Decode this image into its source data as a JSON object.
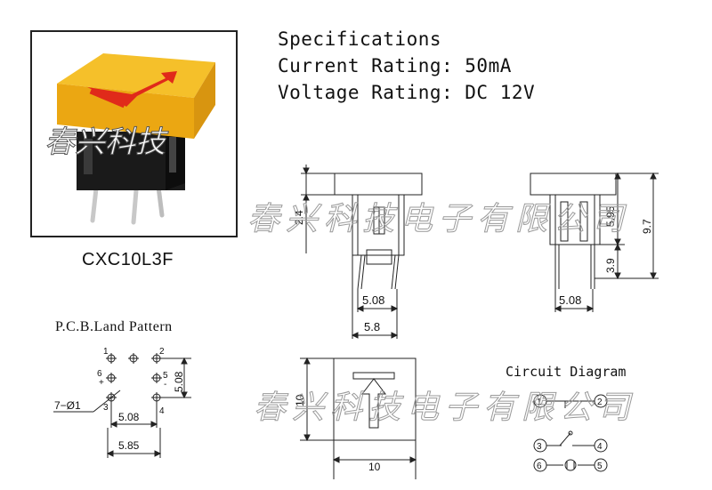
{
  "specifications": {
    "title": "Specifications",
    "current_rating": "Current Rating: 50mA",
    "voltage_rating": "Voltage Rating: DC 12V"
  },
  "product": {
    "model": "CXC10L3F"
  },
  "watermarks": {
    "short": "春兴科技",
    "long": "春兴科技电子有限公司"
  },
  "side_view": {
    "dim_height": "2.4",
    "dim_pin_spacing": "5.08",
    "dim_width": "5.8"
  },
  "front_view": {
    "dim_upper": "5.95",
    "dim_total": "9.7",
    "dim_pin_length": "3.9",
    "dim_pin_spacing": "5.08"
  },
  "top_view": {
    "dim_height": "10",
    "dim_width": "10"
  },
  "pcb": {
    "title": "P.C.B.Land Pattern",
    "pin_labels": [
      "1",
      "2",
      "3",
      "4",
      "5",
      "6"
    ],
    "plus_sign": "+",
    "minus_sign": "-",
    "hole_note": "7−Ø1",
    "dim_vertical": "5.08",
    "dim_horizontal_inner": "5.08",
    "dim_horizontal_outer": "5.85"
  },
  "circuit": {
    "title": "Circuit Diagram",
    "nodes": [
      "1",
      "2",
      "3",
      "4",
      "6",
      "5"
    ]
  },
  "colors": {
    "cap_yellow": "#f2b21c",
    "arrow_red": "#e02a1a",
    "body_black": "#1a1a1a",
    "line": "#222222"
  }
}
